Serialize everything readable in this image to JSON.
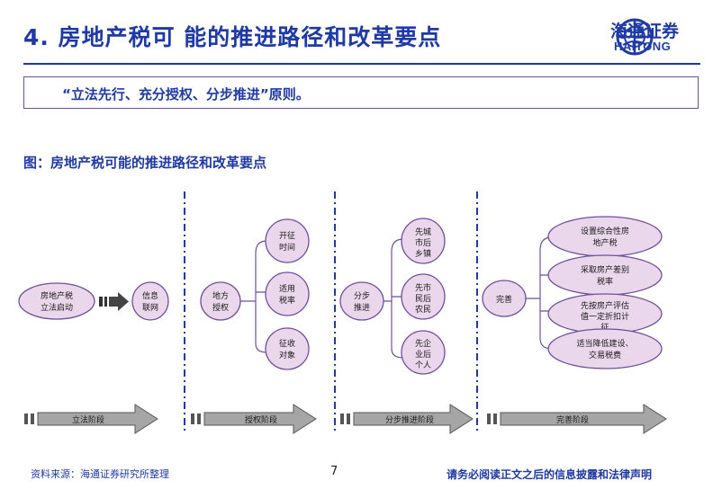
{
  "header": {
    "title": "4. 房地产税可 能的推进路径和改革要点",
    "logo_cn": "海通证券",
    "logo_en": "HAITONG"
  },
  "principle": "“立法先行、充分授权、分步推进”原则。",
  "figure_caption": "图：房地产税可能的推进路径和改革要点",
  "diagram": {
    "start": [
      "房地产税",
      "立法启动"
    ],
    "stage1": {
      "node": [
        "信息",
        "联网"
      ],
      "arrow": "立法阶段"
    },
    "stage2": {
      "node": [
        "地方",
        "授权"
      ],
      "items": [
        [
          "开征",
          "时间"
        ],
        [
          "适用",
          "税率"
        ],
        [
          "征收",
          "对象"
        ]
      ],
      "arrow": "授权阶段"
    },
    "stage3": {
      "node": [
        "分步",
        "推进"
      ],
      "items": [
        [
          "先城",
          "市后",
          "乡镇"
        ],
        [
          "先市",
          "民后",
          "农民"
        ],
        [
          "先企",
          "业后",
          "个人"
        ]
      ],
      "arrow": "分步推进阶段"
    },
    "stage4": {
      "node": [
        "完善"
      ],
      "items": [
        [
          "设置综合性房",
          "地产税"
        ],
        [
          "采取房产差别",
          "税率"
        ],
        [
          "先按房产评估",
          "值一定折扣计",
          "征"
        ],
        [
          "适当降低建设、",
          "交易税费"
        ]
      ],
      "arrow": "完善阶段"
    }
  },
  "footer": {
    "source": "资料来源：海通证券研究所整理",
    "page": "7",
    "disclaimer": "请务必阅读正文之后的信息披露和法律声明"
  },
  "colors": {
    "brand": "#1f3aa6",
    "ellipse_border": "#6f4f9c",
    "ellipse_fill": "#ead7ec",
    "arrow_fill": "#a6a6a6"
  }
}
